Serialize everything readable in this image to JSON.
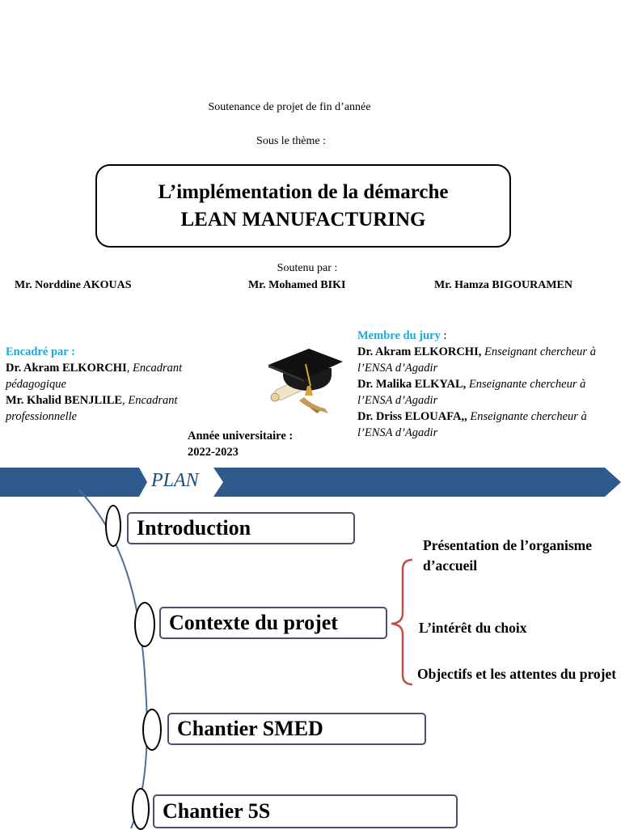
{
  "header": {
    "subtitle": "Soutenance  de projet de fin  d’année",
    "theme_label": "Sous le thème  :",
    "title_line1": "L’implémentation de la démarche",
    "title_line2": "LEAN MANUFACTURING"
  },
  "students": {
    "label": "Soutenu  par :",
    "names": [
      "Mr. Norddine AKOUAS",
      "Mr. Mohamed BIKI",
      "Mr. Hamza BIGOURAMEN"
    ]
  },
  "supervisors": {
    "label": "Encadré par :",
    "items": [
      {
        "name": "Dr. Akram ELKORCHI",
        "role": "Encadrant pédagogique"
      },
      {
        "name": "Mr. Khalid BENJLILE",
        "role": "Encadrant professionnelle"
      }
    ]
  },
  "jury": {
    "label": "Membre du jury",
    "label_suffix": " :",
    "items": [
      {
        "name": "Dr. Akram ELKORCHI,",
        "role": "Enseignant chercheur à l’ENSA d’Agadir"
      },
      {
        "name": "Dr. Malika ELKYAL,",
        "role": "Enseignante chercheur à l’ENSA d’Agadir"
      },
      {
        "name": "Dr. Driss ELOUAFA,,",
        "role": "Enseignante chercheur à l’ENSA d’Agadir"
      }
    ]
  },
  "year": {
    "label": "Année universitaire :",
    "value": "2022-2023"
  },
  "plan": {
    "label": "PLAN",
    "items": [
      "Introduction",
      "Contexte du projet",
      "Chantier SMED",
      "Chantier 5S"
    ],
    "context_subitems": [
      "Présentation de l’organisme d’accueil",
      "L’intérêt du choix",
      "Objectifs et les attentes du projet"
    ]
  },
  "colors": {
    "banner": "#2e5a8c",
    "accent_blue": "#1fa7d9",
    "bracket": "#c0504d",
    "curve": "#4a6f9b"
  }
}
